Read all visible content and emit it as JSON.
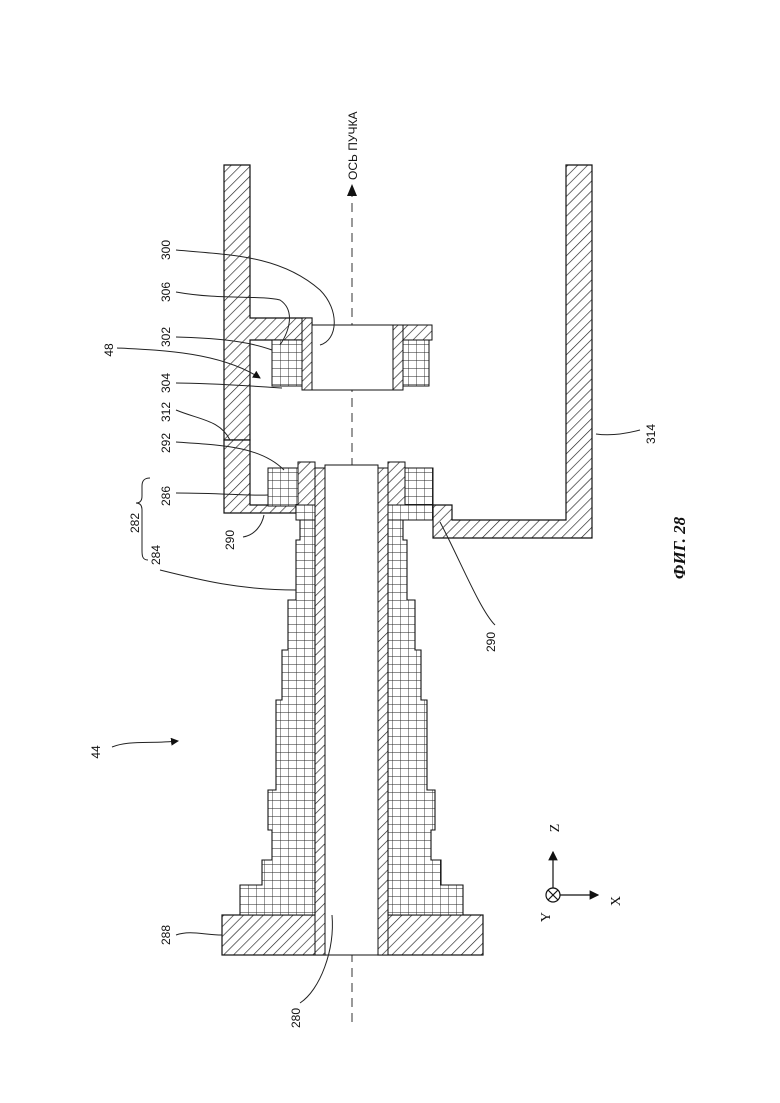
{
  "figure": {
    "caption": "ФИГ. 28",
    "beam_axis_label": "ОСЬ ПУЧКА"
  },
  "reference_numerals": {
    "n44": "44",
    "n48": "48",
    "n280": "280",
    "n282": "282",
    "n284": "284",
    "n286": "286",
    "n288": "288",
    "n290_upper": "290",
    "n290_lower": "290",
    "n292": "292",
    "n300": "300",
    "n302": "302",
    "n304": "304",
    "n306": "306",
    "n312": "312",
    "n314": "314"
  },
  "coordinate_axes": {
    "z": "Z",
    "x": "X",
    "y": "Y"
  }
}
